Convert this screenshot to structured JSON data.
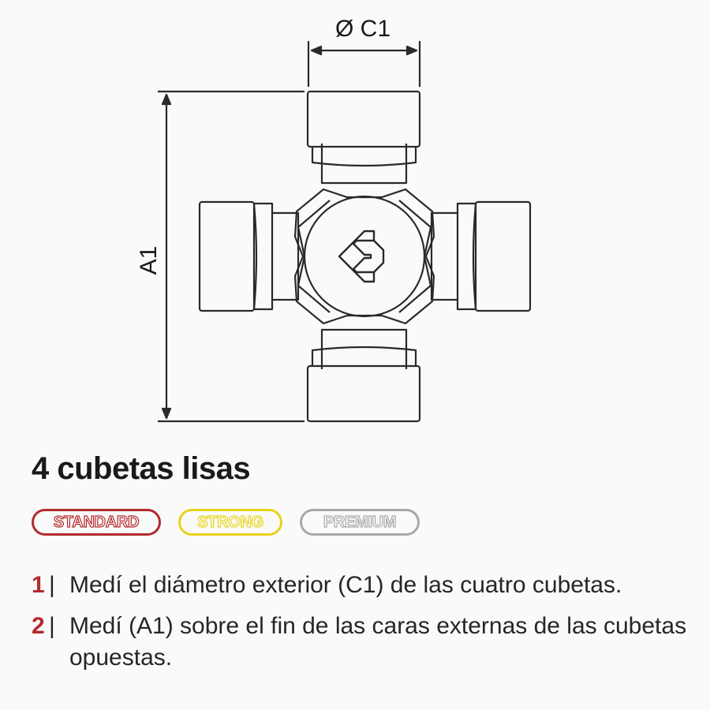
{
  "diagram": {
    "label_c1": "Ø C1",
    "label_a1": "A1"
  },
  "title": "4 cubetas lisas",
  "badges": [
    {
      "label": "STANDARD",
      "color": "#b32a2e"
    },
    {
      "label": "STRONG",
      "color": "#e8d21a"
    },
    {
      "label": "PREMIUM",
      "color": "#a8a8a8"
    }
  ],
  "steps": [
    {
      "number": "1",
      "separator": "|",
      "text": "Medí el diámetro exterior (C1) de las cuatro cubetas."
    },
    {
      "number": "2",
      "separator": "|",
      "text": "Medí (A1) sobre el fin de las caras externas de las cubetas opuestas."
    }
  ],
  "colors": {
    "accent": "#b32a2e",
    "line": "#2a2a2a"
  }
}
